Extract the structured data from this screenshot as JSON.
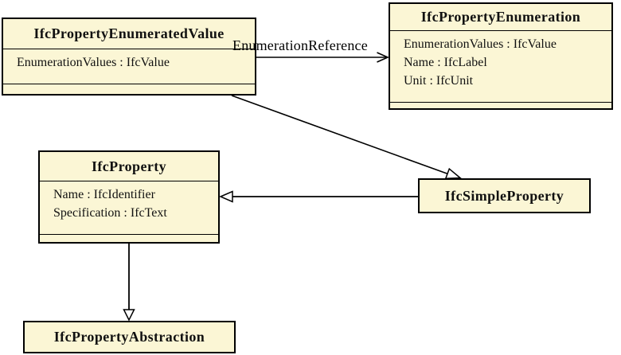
{
  "colors": {
    "background": "#ffffff",
    "box_fill": "#fbf6d5",
    "box_border": "#000000",
    "line": "#000000"
  },
  "classes": [
    {
      "name": "IfcPropertyEnumeratedValue",
      "attributes": [
        "EnumerationValues : IfcValue"
      ]
    },
    {
      "name": "IfcPropertyEnumeration",
      "attributes": [
        "EnumerationValues : IfcValue",
        "Name : IfcLabel",
        "Unit : IfcUnit"
      ]
    },
    {
      "name": "IfcProperty",
      "attributes": [
        "Name : IfcIdentifier",
        "Specification : IfcText"
      ]
    },
    {
      "name": "IfcSimpleProperty",
      "attributes": []
    },
    {
      "name": "IfcPropertyAbstraction",
      "attributes": []
    }
  ],
  "relations": [
    {
      "type": "association",
      "label": "EnumerationReference",
      "from": "IfcPropertyEnumeratedValue",
      "to": "IfcPropertyEnumeration",
      "arrowhead": "open-arrow"
    },
    {
      "type": "generalization",
      "label": "",
      "from": "IfcPropertyEnumeratedValue",
      "to": "IfcSimpleProperty",
      "arrowhead": "hollow-triangle"
    },
    {
      "type": "generalization",
      "label": "",
      "from": "IfcSimpleProperty",
      "to": "IfcProperty",
      "arrowhead": "hollow-triangle"
    },
    {
      "type": "generalization",
      "label": "",
      "from": "IfcProperty",
      "to": "IfcPropertyAbstraction",
      "arrowhead": "hollow-triangle"
    }
  ]
}
